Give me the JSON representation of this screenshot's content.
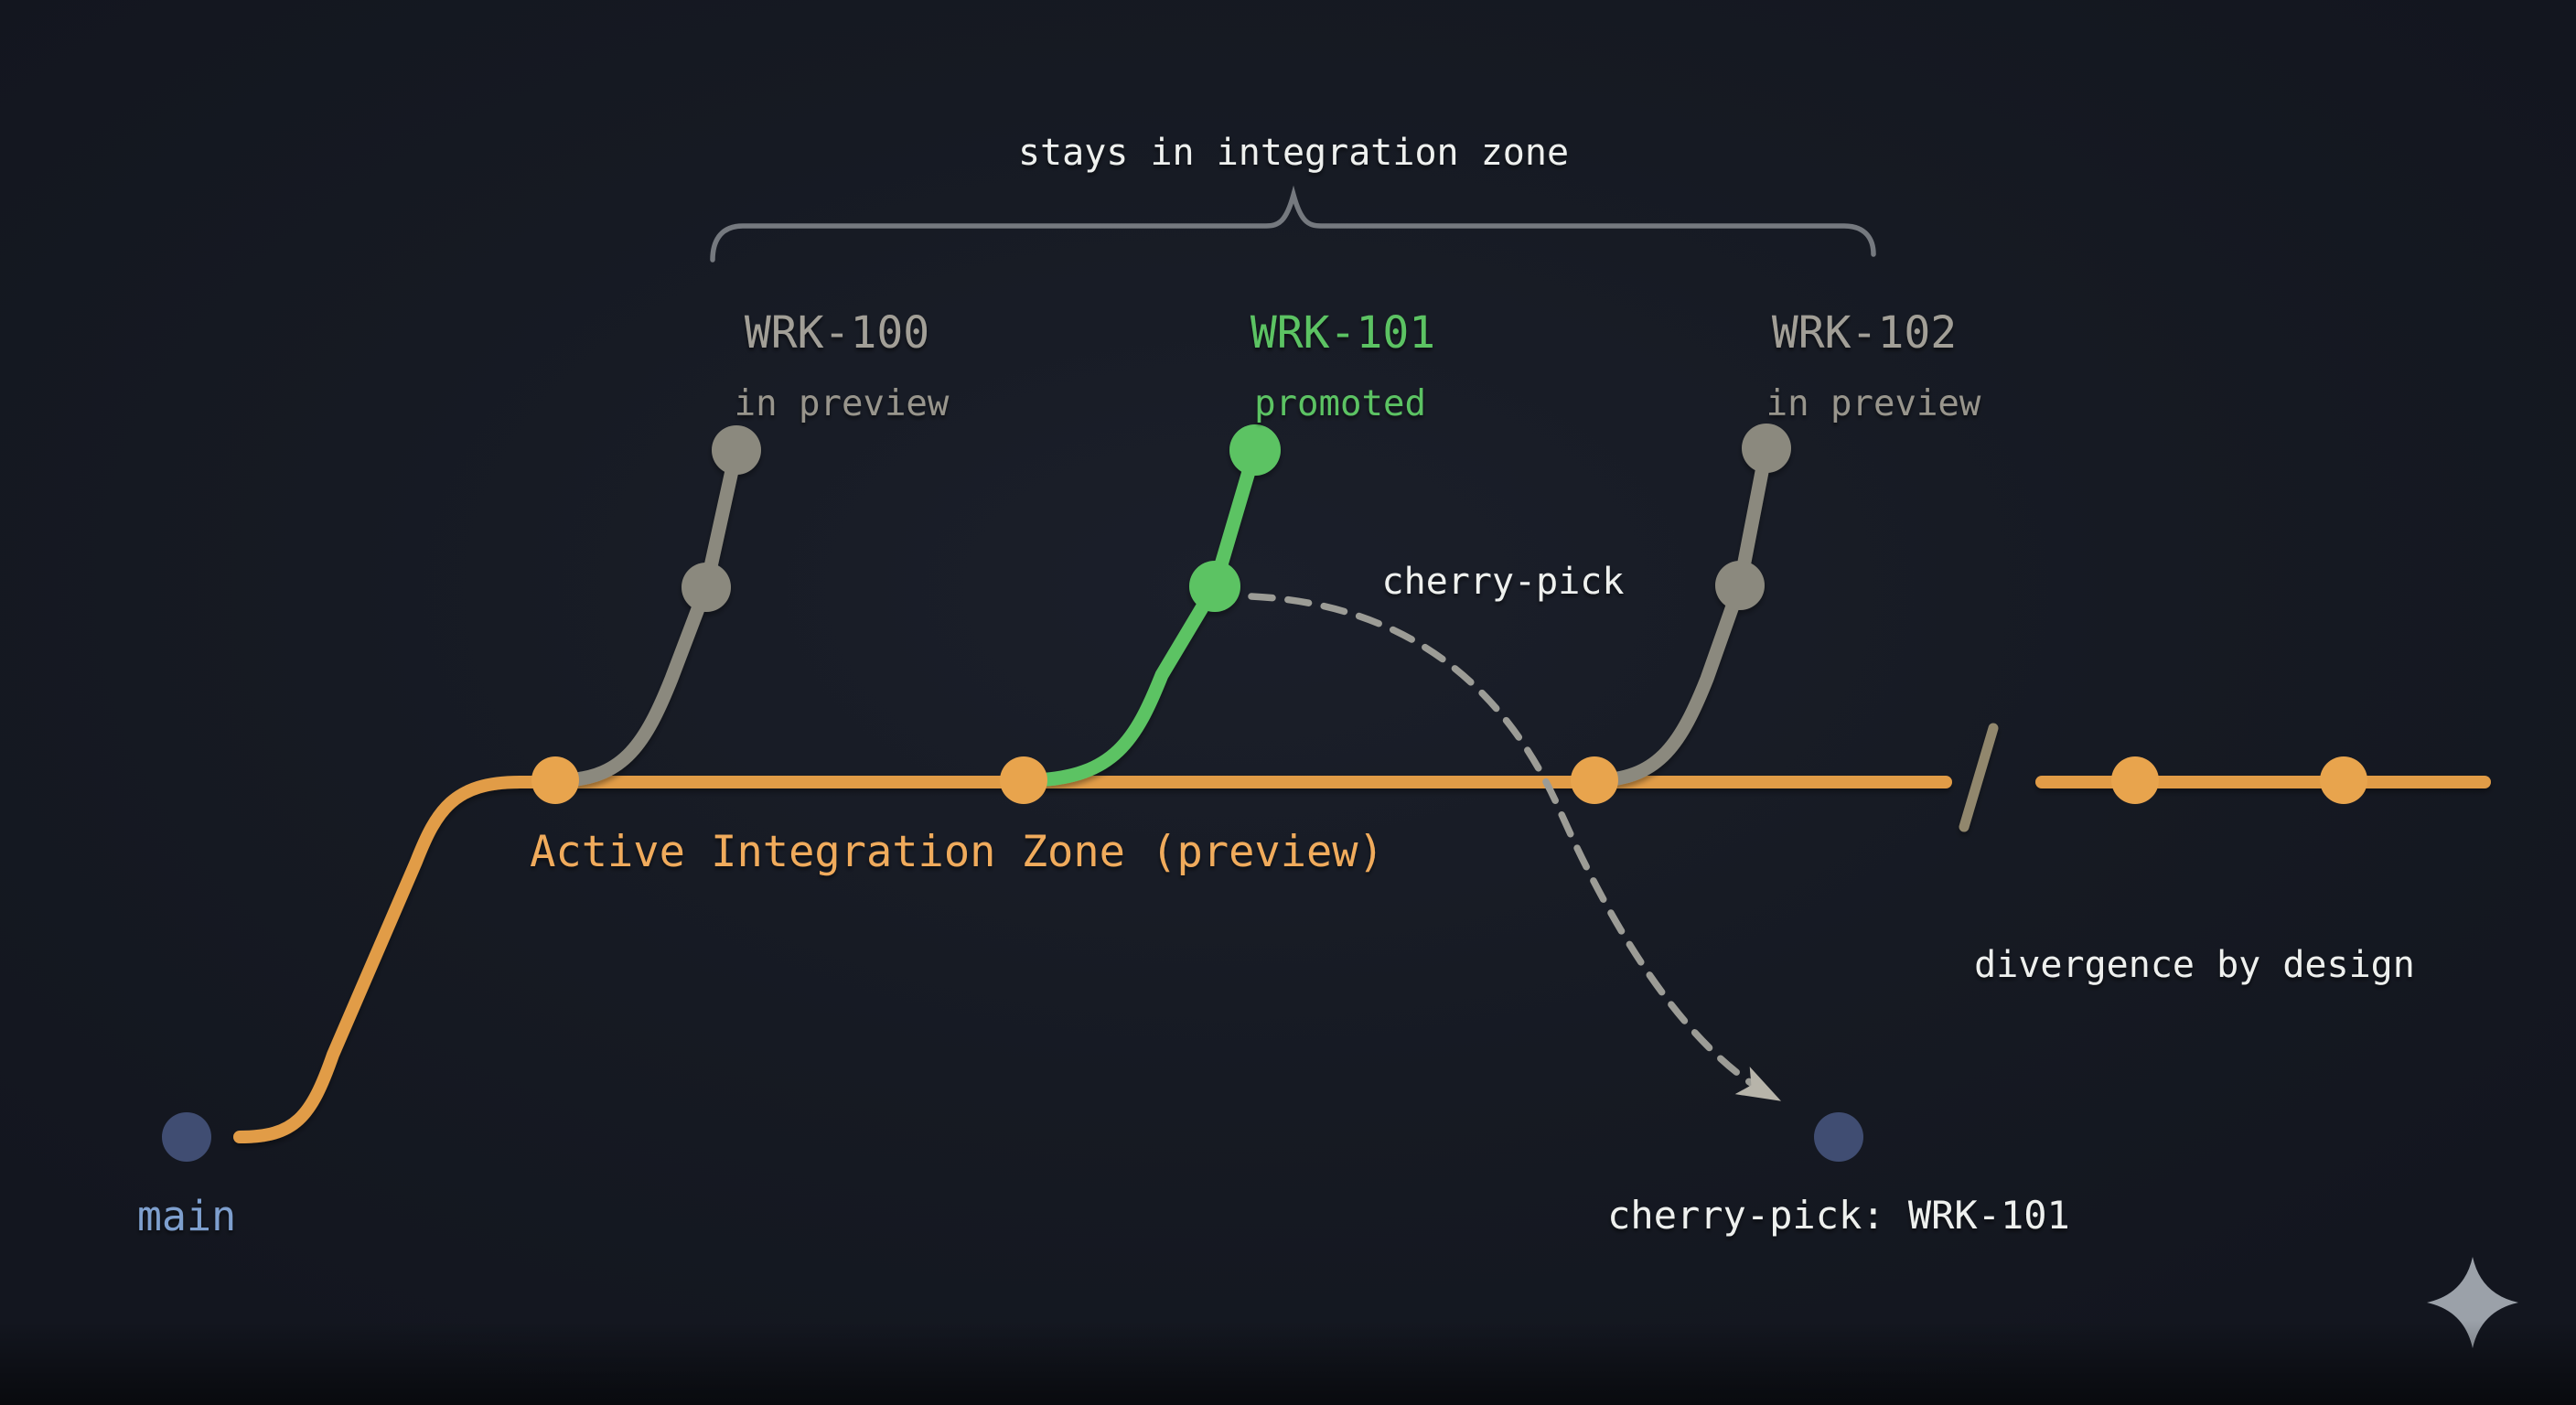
{
  "diagram": {
    "brace_label": "stays in integration zone",
    "integration_zone_label": "Active Integration Zone (preview)",
    "cherry_pick_arc_label": "cherry-pick",
    "cherry_pick_commit_label": "cherry-pick: WRK-101",
    "divergence_label": "divergence by design",
    "main_branch_label": "main"
  },
  "feature_branches": [
    {
      "name": "WRK-100",
      "status": "in preview"
    },
    {
      "name": "WRK-101",
      "status": "promoted"
    },
    {
      "name": "WRK-102",
      "status": "in preview"
    }
  ],
  "colors": {
    "background": "#161a23",
    "integration_line": "#e19c46",
    "integration_dot": "#e8a44d",
    "integration_text": "#f0ab5c",
    "main_line": "#3a466a",
    "main_dot": "#404d72",
    "main_text": "#7e9fce",
    "feature_gray": "#8b897e",
    "feature_gray_text": "#a29f97",
    "feature_gray_subtext": "#98958c",
    "promoted_green": "#5cc363",
    "white_text": "#eef0ee",
    "dashed_arc": "#9c9c96",
    "arrowhead": "#b7b4aa",
    "brace": "#75797f",
    "slash": "#91876d",
    "sparkle": "#9ba1a9"
  }
}
